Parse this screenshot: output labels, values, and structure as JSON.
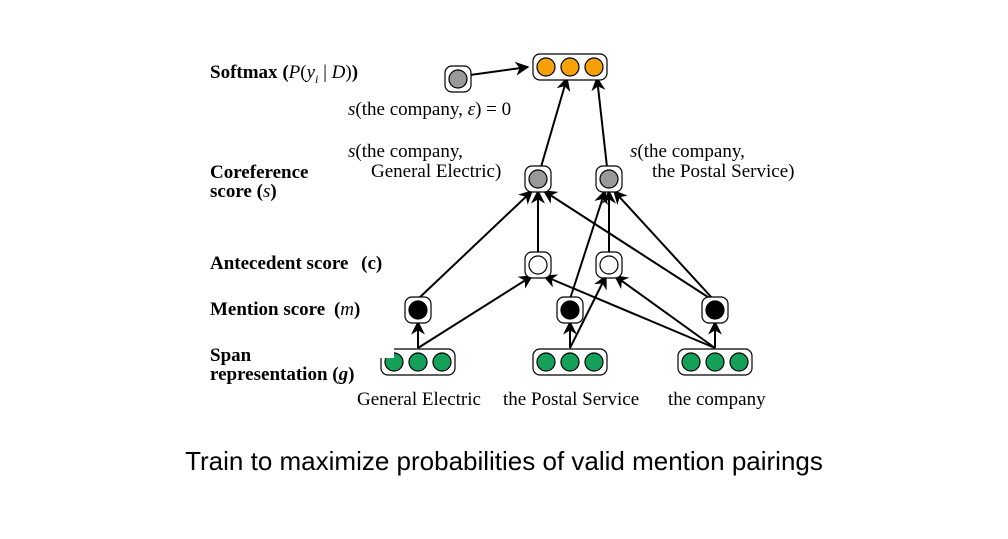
{
  "diagram": {
    "layer_labels": {
      "softmax": "Softmax",
      "softmax_math": "(P(y",
      "softmax_sub": "i",
      "softmax_math_tail": " | D))",
      "coreference_line1": "Coreference",
      "coreference_line2": "score",
      "coreference_var": "s",
      "antecedent": "Antecedent score",
      "antecedent_var": "(c)",
      "mention": "Mention score",
      "mention_var": "m",
      "span_line1": "Span",
      "span_line2": "representation",
      "span_var": "g"
    },
    "annotations": {
      "epsilon_score": {
        "fn": "s",
        "args": "(the company, ",
        "eps": "ε",
        "tail": ") = 0"
      },
      "score_ge": {
        "fn": "s",
        "line1": "(the company,",
        "line2": "General Electric)"
      },
      "score_ps": {
        "fn": "s",
        "line1": "(the company,",
        "line2": "the Postal Service)"
      }
    },
    "spans": [
      "General Electric",
      "the Postal Service",
      "the company"
    ],
    "colors": {
      "softmax_node": "#f7a10a",
      "score_node": "#999999",
      "antecedent_node": "#ffffff",
      "mention_node": "#000000",
      "span_node": "#15a05a"
    }
  },
  "caption": "Train to maximize probabilities of valid mention pairings"
}
